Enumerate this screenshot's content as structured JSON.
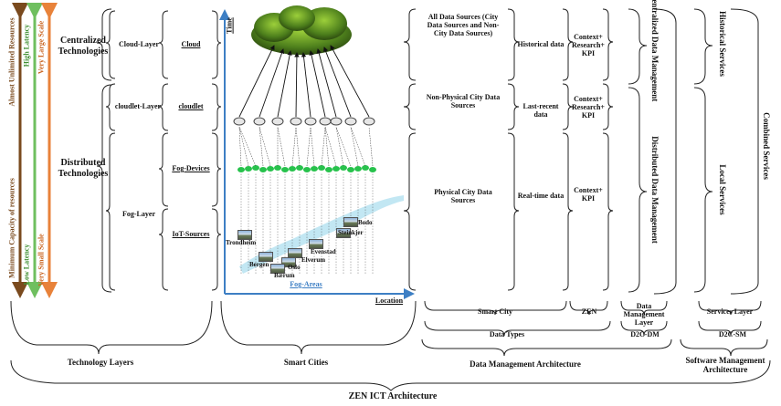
{
  "title": "ZEN ICT Architecture",
  "axes": {
    "time": "Time",
    "location": "Location",
    "fog_areas": "Fog-Areas"
  },
  "arrows": [
    {
      "label": "Almost Unlimited Resources",
      "color": "#7a4a1e"
    },
    {
      "label": "Minimum Capacity of resources",
      "color": "#7a4a1e"
    },
    {
      "label": "High Latency",
      "color": "#6fbf5f"
    },
    {
      "label": "Low Latency",
      "color": "#6fbf5f"
    },
    {
      "label": "Very Large Scale",
      "color": "#e8823a"
    },
    {
      "label": "Very Small Scale",
      "color": "#e8823a"
    }
  ],
  "technologies": {
    "centralized": "Centralized Technologies",
    "distributed": "Distributed Technologies"
  },
  "layers": {
    "cloud": "Cloud-Layer",
    "cloudlet": "cloudlet-Layer",
    "fog": "Fog-Layer"
  },
  "smart_city_labels": {
    "cloud": "Cloud",
    "cloudlet": "cloudlet",
    "fog_devices": "Fog-Devices",
    "iot_sources": "IoT-Sources"
  },
  "cities": [
    "Trondheim",
    "Bodo",
    "Steinkjer",
    "Evenstad",
    "Elverum",
    "Bergen",
    "Oslo",
    "Bærum"
  ],
  "data_sources": {
    "all": "All Data Sources (City Data Sources and Non-City Data Sources)",
    "non_physical": "Non-Physical City Data Sources",
    "physical": "Physical City Data Sources"
  },
  "data_kinds": {
    "historical": "Historical data",
    "last_recent": "Last-recent data",
    "real_time": "Real-time data"
  },
  "context": {
    "top": "Context+ Research+ KPI",
    "mid": "Context+ Research+ KPI",
    "bottom": "Context+ KPI"
  },
  "data_management": {
    "centralized": "Centralized Data Management",
    "distributed": "Distributed Data Management"
  },
  "services": {
    "historical": "Historical Services",
    "local": "Local Services",
    "combined": "Combined Services"
  },
  "bottom_labels": {
    "smart_city": "Smart City",
    "zen": "ZEN",
    "dm_layer": "Data Management Layer",
    "services_layer": "Services Layer",
    "data_types": "Data Types",
    "d2c_dm": "D2C-DM",
    "d2c_sm": "D2C-SM",
    "technology_layers": "Technology Layers",
    "smart_cities": "Smart Cities",
    "data_management_architecture": "Data Management Architecture",
    "software_management_architecture": "Software Management Architecture"
  }
}
